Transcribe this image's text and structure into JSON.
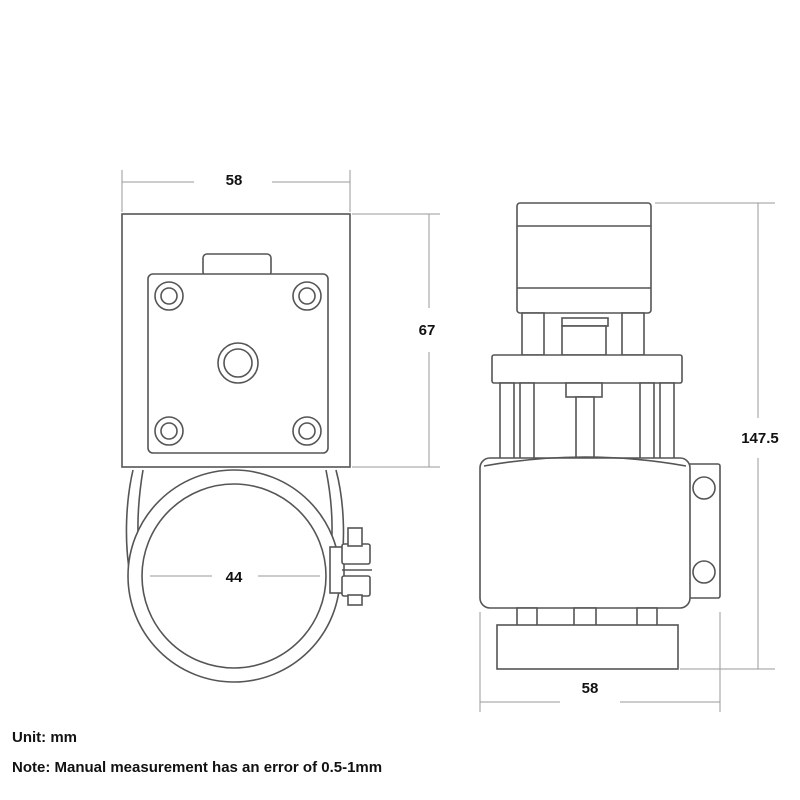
{
  "dimensions": {
    "front_width": "58",
    "front_height": "67",
    "clamp_diameter": "44",
    "side_height": "147.5",
    "side_width": "58"
  },
  "notes": {
    "unit": "Unit: mm",
    "error": "Note: Manual measurement has an error of 0.5-1mm"
  },
  "colors": {
    "outline": "#555555",
    "dimension_line": "#9a9a9a",
    "text": "#111111"
  }
}
